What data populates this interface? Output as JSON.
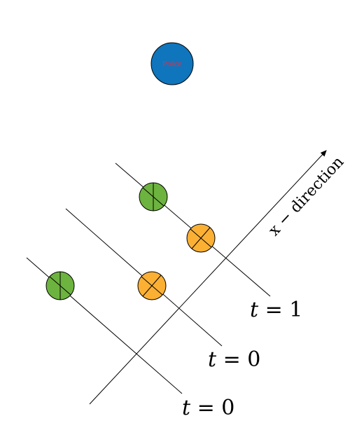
{
  "police": {
    "label": "Police",
    "fill": "#0f75bc",
    "text_color": "#e0304a"
  },
  "axis": {
    "label": "x − direction"
  },
  "time_labels": [
    {
      "var": "t",
      "rest": " = 1"
    },
    {
      "var": "t",
      "rest": " = 0"
    },
    {
      "var": "t",
      "rest": " = 0"
    }
  ],
  "colors": {
    "green_car": "#6db33f",
    "orange_car": "#fbb034",
    "line": "#000000"
  }
}
